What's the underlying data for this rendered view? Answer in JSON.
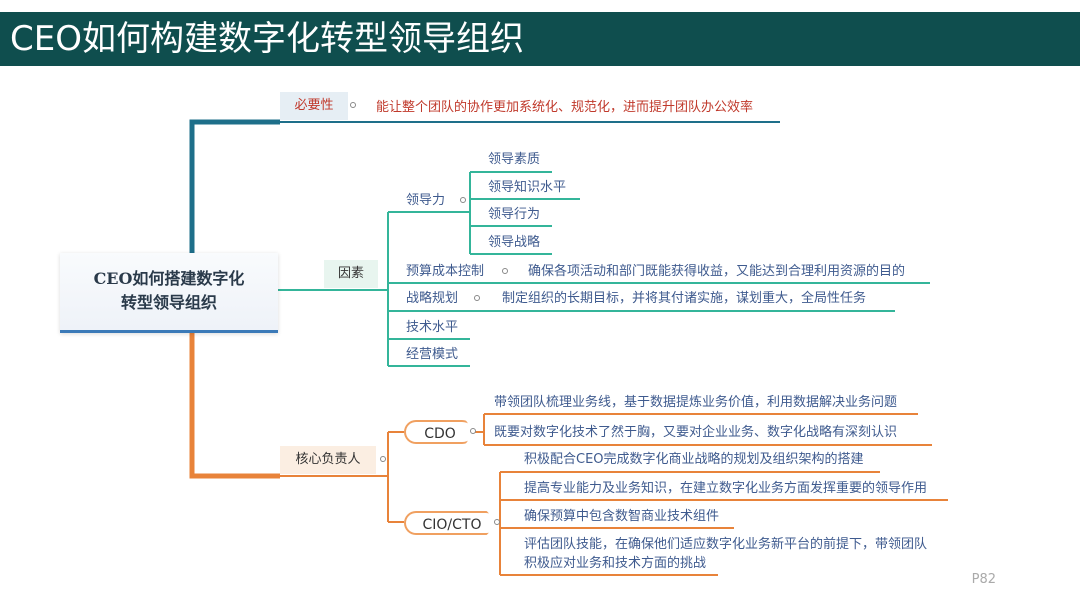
{
  "title": "CEO如何构建数字化转型领导组织",
  "central": "CEO如何搭建数字化\n转型领导组织",
  "page_number": "P82",
  "branches": {
    "necessity": {
      "label": "必要性",
      "desc": "能让整个团队的协作更加系统化、规范化，进而提升团队办公效率"
    },
    "factors": {
      "label": "因素",
      "leadership": {
        "label": "领导力",
        "items": [
          "领导素质",
          "领导知识水平",
          "领导行为",
          "领导战略"
        ]
      },
      "budget": {
        "label": "预算成本控制",
        "desc": "确保各项活动和部门既能获得收益，又能达到合理利用资源的目的"
      },
      "strategy": {
        "label": "战略规划",
        "desc": "制定组织的长期目标，并将其付诸实施，谋划重大，全局性任务"
      },
      "tech_level": {
        "label": "技术水平"
      },
      "business_mode": {
        "label": "经营模式"
      }
    },
    "core_leader": {
      "label": "核心负责人",
      "cdo": {
        "label": "CDO",
        "items": [
          "带领团队梳理业务线，基于数据提炼业务价值，利用数据解决业务问题",
          "既要对数字化技术了然于胸，又要对企业业务、数字化战略有深刻认识"
        ]
      },
      "cio": {
        "label": "CIO/CTO",
        "items": [
          "积极配合CEO完成数字化商业战略的规划及组织架构的搭建",
          "提高专业能力及业务知识，在建立数字化业务方面发挥重要的领导作用",
          "确保预算中包含数智商业技术组件",
          "评估团队技能，在确保他们适应数字化业务新平台的前提下，带领团队",
          "积极应对业务和技术方面的挑战"
        ]
      }
    }
  },
  "colors": {
    "header_bg": "#0f4e4e",
    "teal_branch": "#1e6f8a",
    "green_branch": "#34b59a",
    "orange_branch": "#e8833a",
    "necessity_text": "#c0392b",
    "body_text": "#3e5a8e"
  }
}
